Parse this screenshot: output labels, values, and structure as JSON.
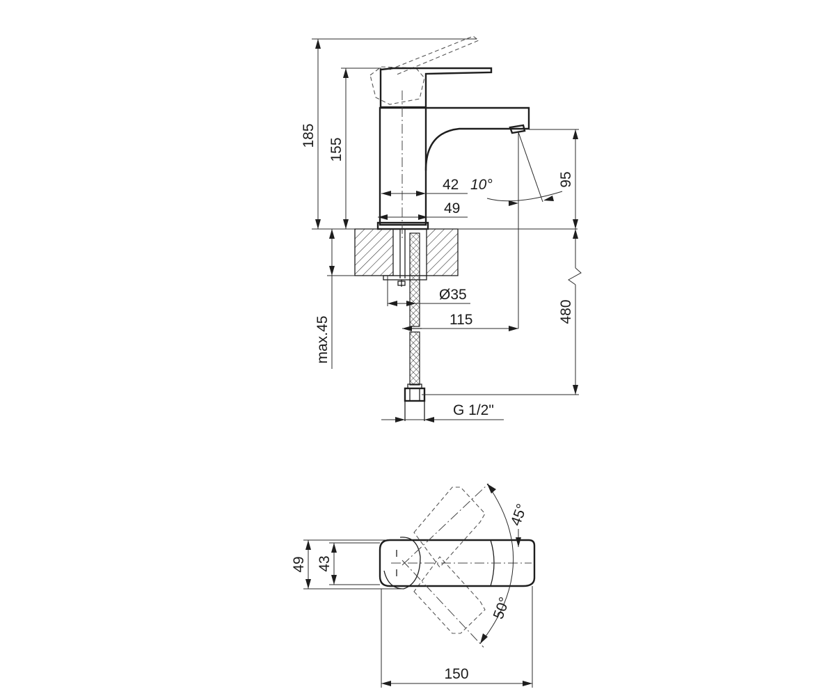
{
  "side_view": {
    "dim_total_height": "185",
    "dim_spout_height": "155",
    "dim_spout_clearance": "95",
    "dim_spout_angle": "10°",
    "dim_body_width": "42",
    "dim_base_width": "49",
    "dim_hole_diameter": "Ø35",
    "dim_spout_reach": "115",
    "dim_hose_length": "480",
    "dim_counter_thickness": "max.45",
    "dim_connection_thread": "G 1/2\""
  },
  "top_view": {
    "dim_overall_width": "49",
    "dim_body_width": "43",
    "dim_handle_angle_up": "45°",
    "dim_handle_angle_down": "50°",
    "dim_overall_length": "150"
  }
}
